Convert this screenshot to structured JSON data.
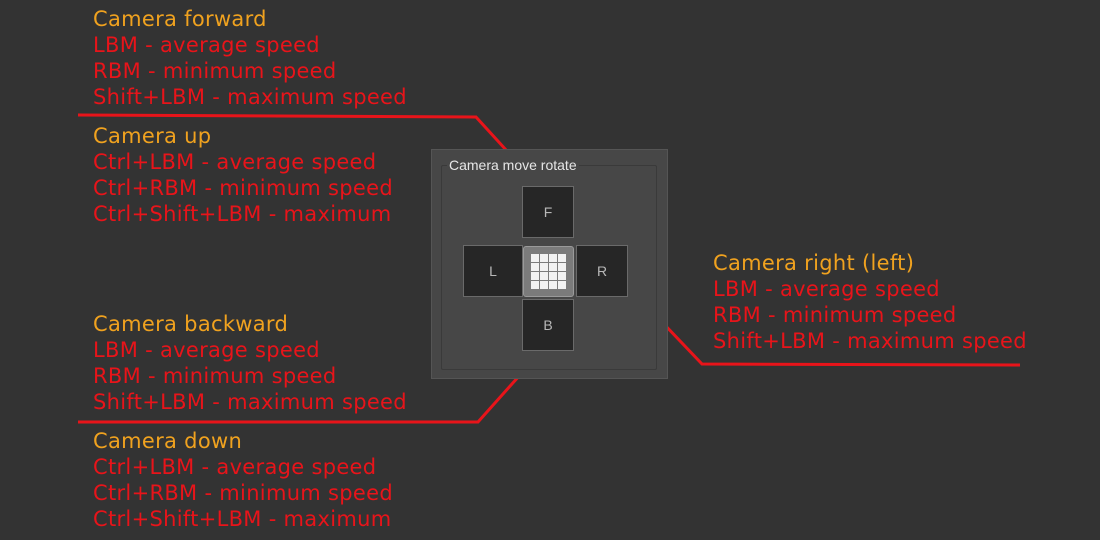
{
  "panel": {
    "title": "Camera move rotate",
    "buttons": {
      "forward": "F",
      "backward": "B",
      "left": "L",
      "right": "R"
    },
    "center_icon": "grid-icon"
  },
  "annotations": {
    "forward": {
      "title": "Camera forward",
      "lines": [
        "LBM - average speed",
        "RBM - minimum speed",
        "Shift+LBM - maximum speed"
      ]
    },
    "up": {
      "title": "Camera up",
      "lines": [
        "Ctrl+LBM - average speed",
        "Ctrl+RBM - minimum speed",
        "Ctrl+Shift+LBM - maximum"
      ]
    },
    "backward": {
      "title": "Camera backward",
      "lines": [
        "LBM - average speed",
        "RBM - minimum speed",
        "Shift+LBM - maximum speed"
      ]
    },
    "down": {
      "title": "Camera down",
      "lines": [
        "Ctrl+LBM - average speed",
        "Ctrl+RBM - minimum speed",
        "Ctrl+Shift+LBM - maximum"
      ]
    },
    "right": {
      "title": "Camera right (left)",
      "lines": [
        "LBM - average speed",
        "RBM - minimum speed",
        "Shift+LBM - maximum speed"
      ]
    }
  },
  "colors": {
    "background": "#333333",
    "heading": "#f0a21f",
    "text": "#e8141a",
    "leader": "#e8141a"
  }
}
